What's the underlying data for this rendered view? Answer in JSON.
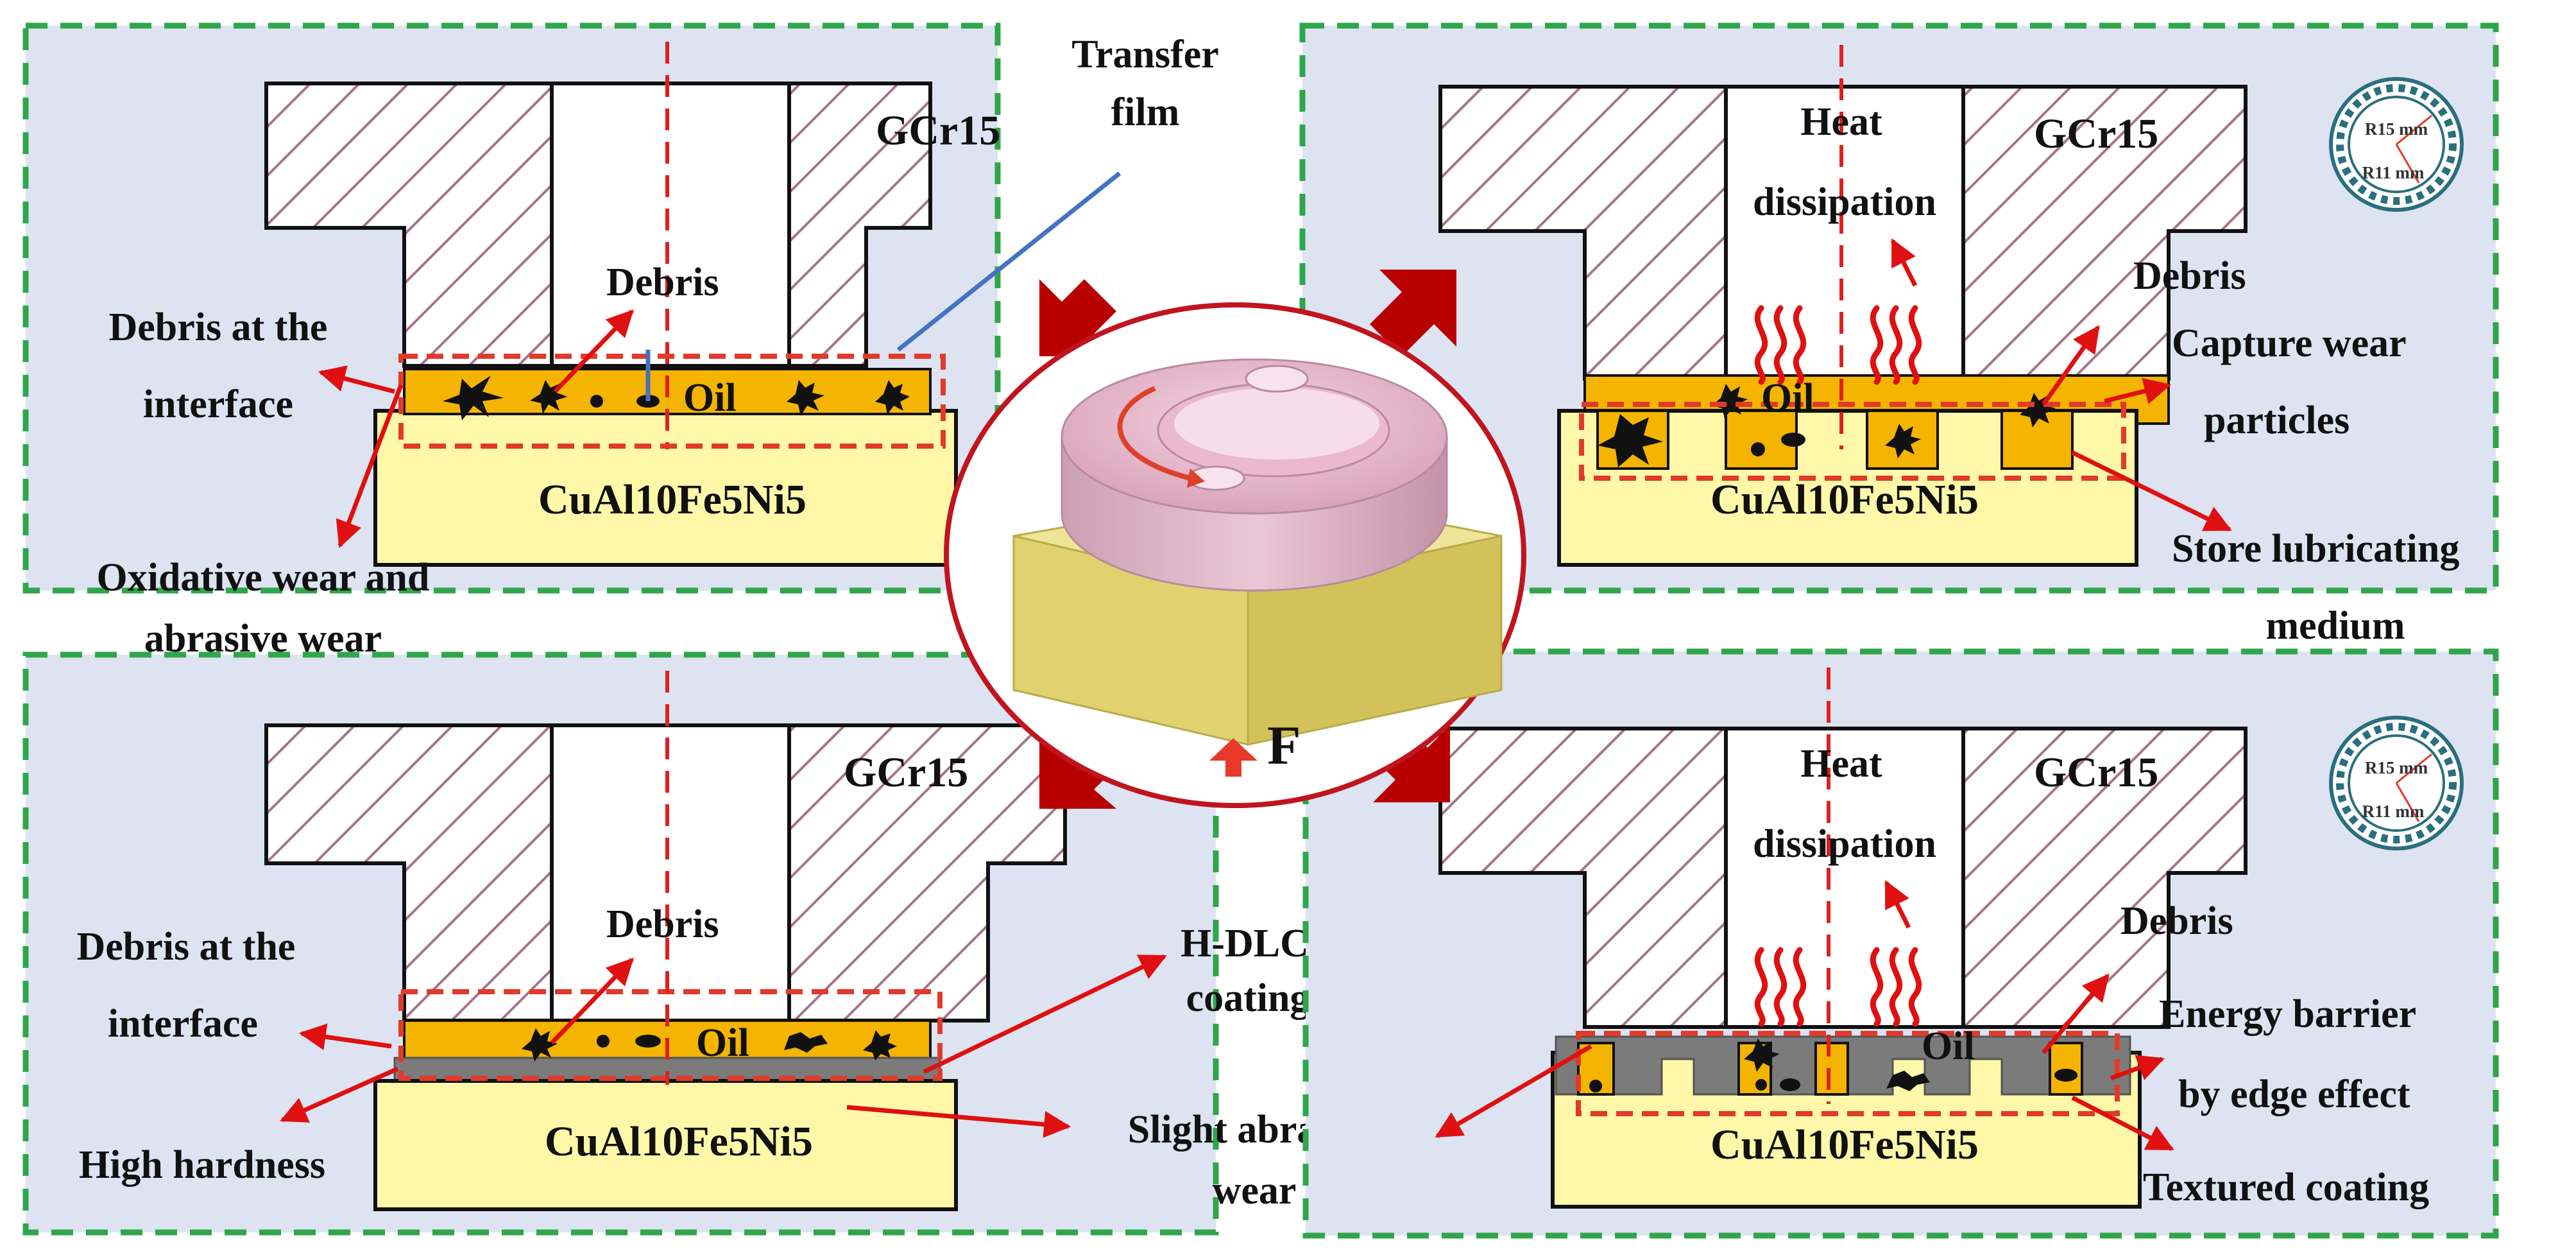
{
  "panels": {
    "top_left": {
      "gcr": "GCr15",
      "cu": "CuAl10Fe5Ni5",
      "oil": "Oil",
      "debris": "Debris",
      "transfer_film": [
        "Transfer",
        "film"
      ],
      "debris_interface": [
        "Debris at the",
        "interface"
      ],
      "wear": [
        "Oxidative wear and",
        "abrasive wear"
      ]
    },
    "top_right": {
      "gcr": "GCr15",
      "cu": "CuAl10Fe5Ni5",
      "oil": "Oil",
      "heat": [
        "Heat",
        "dissipation"
      ],
      "debris": "Debris",
      "capture": [
        "Capture wear",
        "particles"
      ],
      "store": [
        "Store  lubricating",
        "medium"
      ],
      "radius_outer": "R15 mm",
      "radius_inner": "R11 mm"
    },
    "bottom_left": {
      "gcr": "GCr15",
      "cu": "CuAl10Fe5Ni5",
      "oil": "Oil",
      "debris": "Debris",
      "debris_interface": [
        "Debris at the",
        "interface"
      ],
      "hardness": "High hardness",
      "hdlc": [
        "H-DLC",
        "coating"
      ],
      "slight": [
        "Slight abrasive",
        "wear"
      ]
    },
    "bottom_right": {
      "gcr": "GCr15",
      "cu": "CuAl10Fe5Ni5",
      "oil": "Oil",
      "heat": [
        "Heat",
        "dissipation"
      ],
      "debris": "Debris",
      "energy": [
        "Energy barrier",
        "by edge effect"
      ],
      "textured": "Textured coating",
      "radius_outer": "R15 mm",
      "radius_inner": "R11 mm"
    }
  },
  "center": {
    "force": "F"
  },
  "colors": {
    "panel_fill": "#dde3f1",
    "panel_border": "#2fa64a",
    "substrate": "#fff8a8",
    "oil": "#f5b400",
    "coating": "#7b7b7b",
    "ring": "#e2b7c8",
    "block": "#e6dc7c",
    "arrow": "#e01010",
    "big_arrow": "#b80000",
    "transfer_film_line": "#4472c4"
  }
}
